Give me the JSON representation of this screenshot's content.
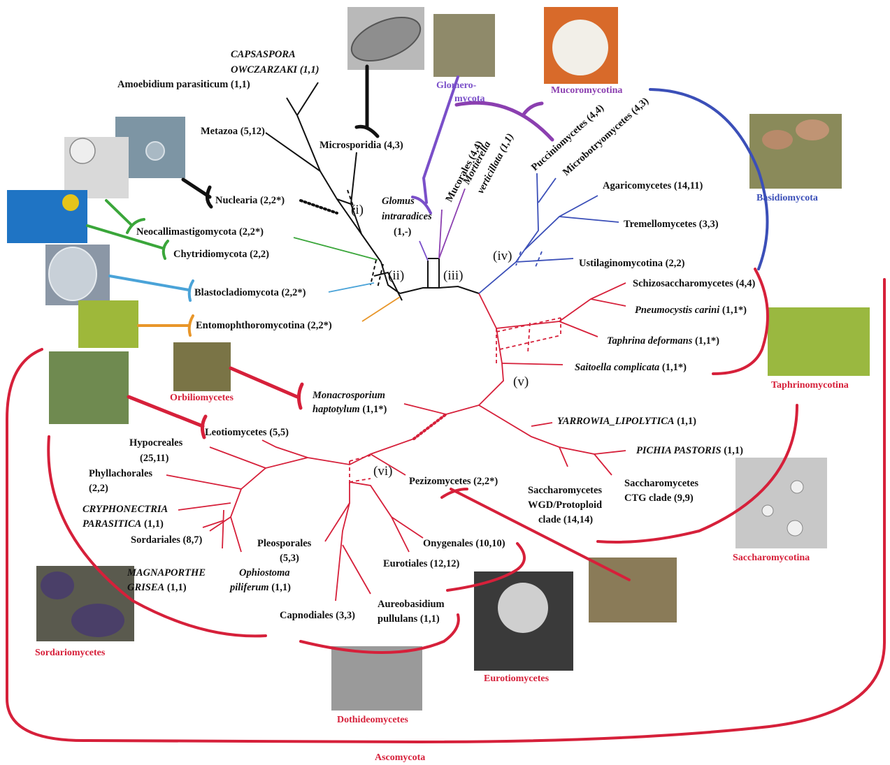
{
  "colors": {
    "black": "#111111",
    "ascomycota": "#d6203a",
    "basidiomycota": "#3b4fb8",
    "glomeromycota": "#7a4fc9",
    "mucoromycotina": "#8b3fb0",
    "chytrid_green": "#3aa63a",
    "blastoclad_blue": "#4aa3d8",
    "entomophthoro_orange": "#e8962a"
  },
  "taxa": {
    "capsaspora_1": "CAPSASPORA",
    "capsaspora_2": "OWCZARZAKI (1,1)",
    "amoebidium": "Amoebidium parasiticum (1,1)",
    "metazoa": "Metazoa (5,12)",
    "microsporidia": "Microsporidia (4,3)",
    "nuclearia": "Nuclearia (2,2*)",
    "neocallimastigomycota": "Neocallimastigomycota (2,2*)",
    "chytridiomycota": "Chytridiomycota (2,2)",
    "blastocladiomycota": "Blastocladiomycota (2,2*)",
    "entomophthoromycotina": "Entomophthoromycotina (2,2*)",
    "glomus_1": "Glomus",
    "glomus_2": "intraradices",
    "glomus_3": "(1,-)",
    "mucorales": "Mucorales (4,4)",
    "mortierella_1": "Mortierella",
    "mortierella_2": "verticillata (1,1)",
    "pucciniomycetes": "Pucciniomycetes (4,4)",
    "microbotryomycetes": "Microbotryomycetes (4,3)",
    "agaricomycetes": "Agaricomycetes (14,11)",
    "tremellomycetes": "Tremellomycetes (3,3)",
    "ustilaginomycotina": "Ustilaginomycotina (2,2)",
    "schizosaccharomycetes": "Schizosaccharomycetes (4,4)",
    "pneumocystis": "Pneumocystis carini",
    "pneumocystis_n": " (1,1*)",
    "taphrina": "Taphrina deformans",
    "taphrina_n": " (1,1*)",
    "saitoella": "Saitoella complicata",
    "saitoella_n": " (1,1*)",
    "monacrosporium_1": "Monacrosporium",
    "monacrosporium_2": "haptotylum",
    "monacrosporium_n": " (1,1*)",
    "leotiomycetes": "Leotiomycetes (5,5)",
    "hypocreales_1": "Hypocreales",
    "hypocreales_2": "(25,11)",
    "phyllachorales_1": "Phyllachorales",
    "phyllachorales_2": "(2,2)",
    "cryphonectria_1": "CRYPHONECTRIA",
    "cryphonectria_2": "PARASITICA",
    "cryphonectria_n": " (1,1)",
    "sordariales": "Sordariales (8,7)",
    "magnaporthe_1": "MAGNAPORTHE",
    "magnaporthe_2": "GRISEA",
    "magnaporthe_n": " (1,1)",
    "ophiostoma_1": "Ophiostoma",
    "ophiostoma_2": "piliferum",
    "ophiostoma_n": " (1,1)",
    "pleosporales_1": "Pleosporales",
    "pleosporales_2": "(5,3)",
    "capnodiales": "Capnodiales (3,3)",
    "aureobasidium_1": "Aureobasidium",
    "aureobasidium_2": "pullulans (1,1)",
    "eurotiales": "Eurotiales (12,12)",
    "onygenales": "Onygenales (10,10)",
    "pezizomycetes": "Pezizomycetes (2,2*)",
    "yarrowia": "YARROWIA_LIPOLYTICA",
    "yarrowia_n": " (1,1)",
    "pichia": "PICHIA PASTORIS",
    "pichia_n": " (1,1)",
    "wgd_1": "Saccharomycetes",
    "wgd_2": "WGD/Protoploid",
    "wgd_3": "clade (14,14)",
    "ctg_1": "Saccharomycetes",
    "ctg_2": "CTG clade (9,9)"
  },
  "groups": {
    "glomero_1": "Glomero-",
    "glomero_2": "mycota",
    "mucoromycotina": "Mucoromycotina",
    "basidiomycota": "Basidiomycota",
    "taphrinomycotina": "Taphrinomycotina",
    "orbiliomycetes": "Orbiliomycetes",
    "saccharomycotina": "Saccharomycotina",
    "sordariomycetes": "Sordariomycetes",
    "dothideomycetes": "Dothideomycetes",
    "eurotiomycetes": "Eurotiomycetes",
    "ascomycota": "Ascomycota"
  },
  "nodes": {
    "i": "(i)",
    "ii": "(ii)",
    "iii": "(iii)",
    "iv": "(iv)",
    "v": "(v)",
    "vi": "(vi)"
  }
}
